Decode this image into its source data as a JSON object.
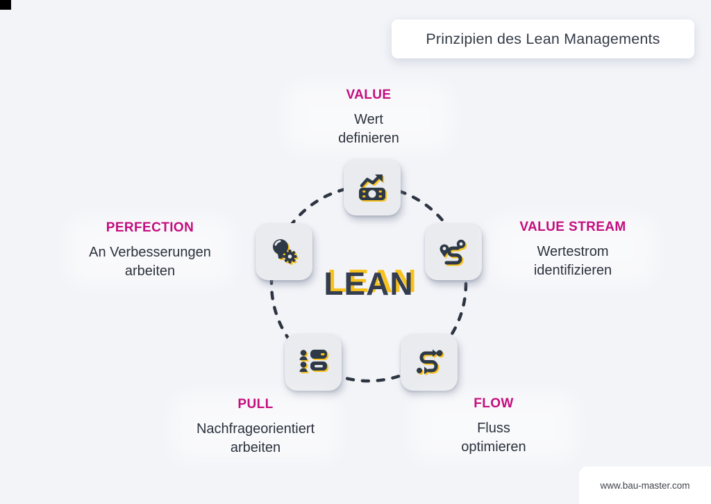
{
  "page": {
    "watermark": "www.bau-master.com",
    "background_color": "#f3f4f8"
  },
  "title": {
    "text": "Prinzipien des Lean Managements"
  },
  "center": {
    "label": "LEAN"
  },
  "colors": {
    "accent_magenta": "#c40d7e",
    "dark_navy": "#2e3947",
    "accent_yellow": "#f8c21d",
    "icon_card_bg": "#e9ebee",
    "card_white": "#ffffff"
  },
  "principles": [
    {
      "id": "value",
      "heading": "VALUE",
      "desc_lines": [
        "Wert",
        "definieren"
      ],
      "icon": "money-growth-icon"
    },
    {
      "id": "value-stream",
      "heading": "VALUE STREAM",
      "desc_lines": [
        "Wertestrom",
        "identifizieren"
      ],
      "icon": "route-pins-icon"
    },
    {
      "id": "flow",
      "heading": "FLOW",
      "desc_lines": [
        "Fluss",
        "optimieren"
      ],
      "icon": "flow-arrows-icon"
    },
    {
      "id": "pull",
      "heading": "PULL",
      "desc_lines": [
        "Nachfrageorientiert",
        "arbeiten"
      ],
      "icon": "demand-list-icon"
    },
    {
      "id": "perfection",
      "heading": "PERFECTION",
      "desc_lines": [
        "An Verbesserungen",
        "arbeiten"
      ],
      "icon": "bulb-gear-icon"
    }
  ]
}
